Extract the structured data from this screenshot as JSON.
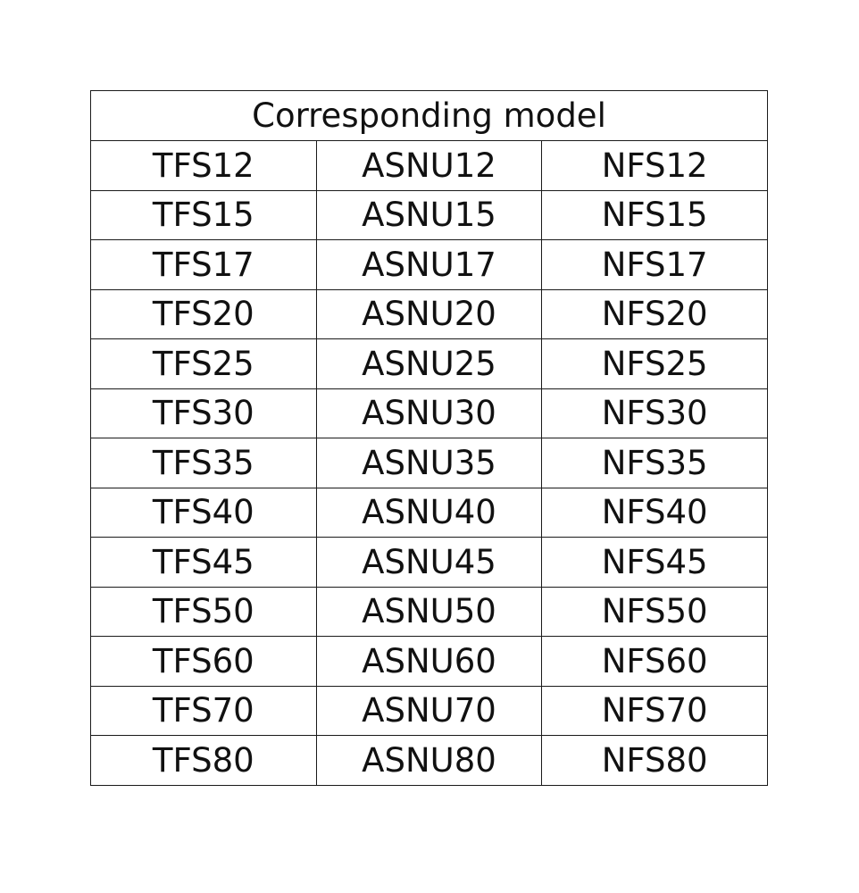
{
  "table": {
    "title": "Corresponding model",
    "rows": [
      [
        "TFS12",
        "ASNU12",
        "NFS12"
      ],
      [
        "TFS15",
        "ASNU15",
        "NFS15"
      ],
      [
        "TFS17",
        "ASNU17",
        "NFS17"
      ],
      [
        "TFS20",
        "ASNU20",
        "NFS20"
      ],
      [
        "TFS25",
        "ASNU25",
        "NFS25"
      ],
      [
        "TFS30",
        "ASNU30",
        "NFS30"
      ],
      [
        "TFS35",
        "ASNU35",
        "NFS35"
      ],
      [
        "TFS40",
        "ASNU40",
        "NFS40"
      ],
      [
        "TFS45",
        "ASNU45",
        "NFS45"
      ],
      [
        "TFS50",
        "ASNU50",
        "NFS50"
      ],
      [
        "TFS60",
        "ASNU60",
        "NFS60"
      ],
      [
        "TFS70",
        "ASNU70",
        "NFS70"
      ],
      [
        "TFS80",
        "ASNU80",
        "NFS80"
      ]
    ]
  }
}
